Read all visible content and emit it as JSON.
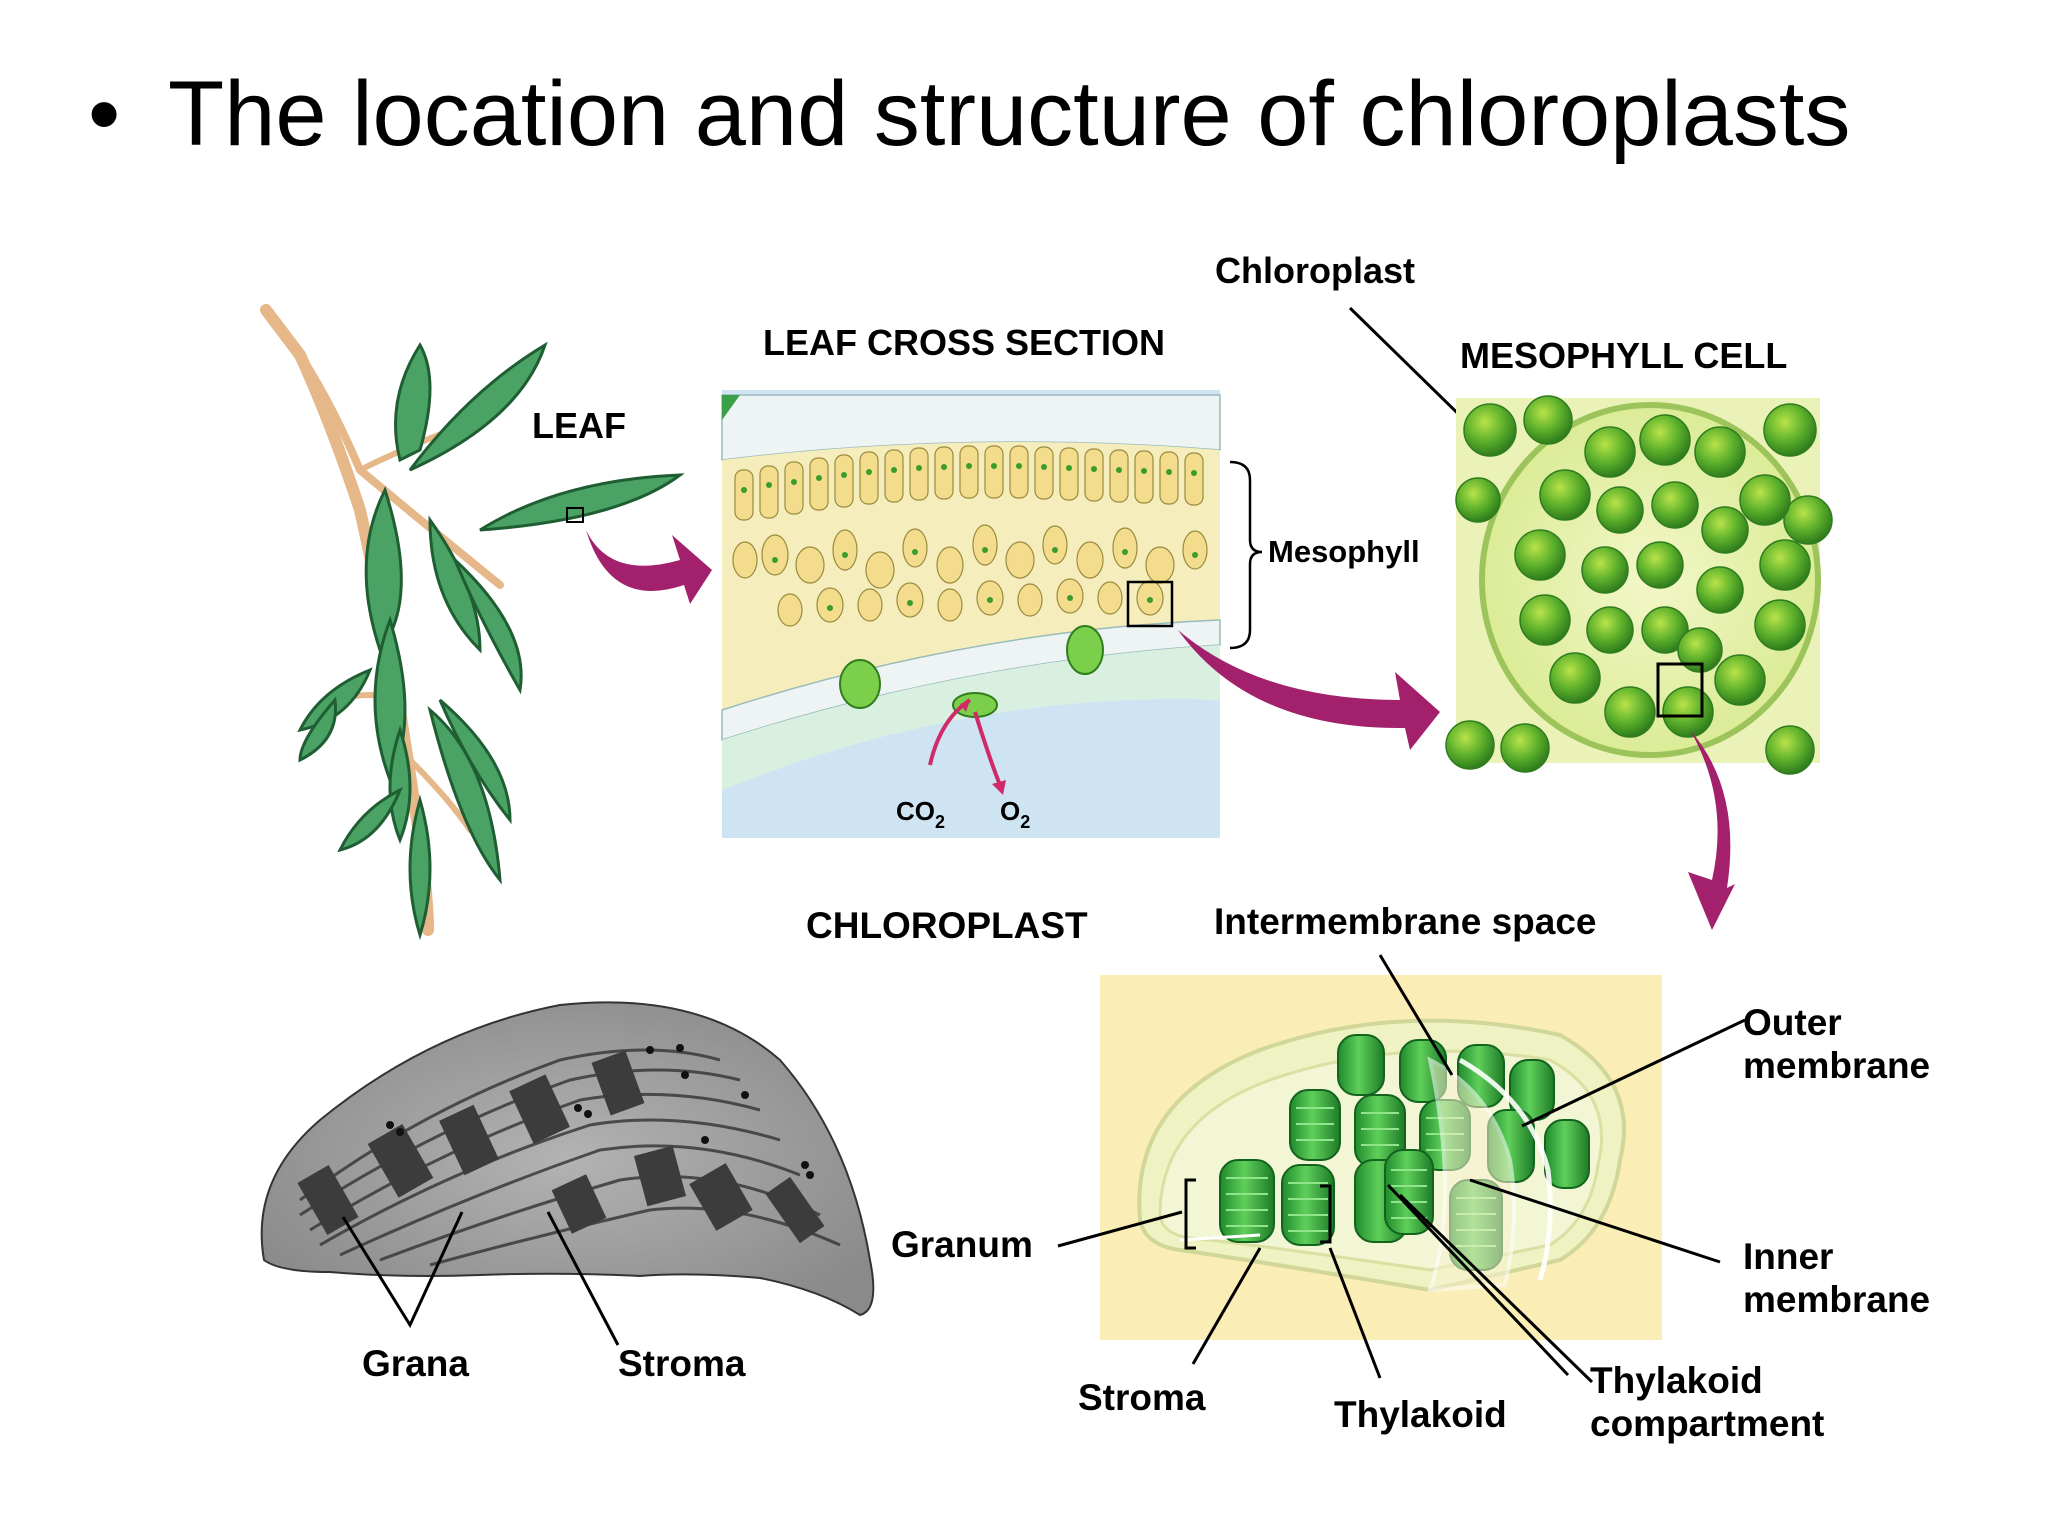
{
  "slide": {
    "bullet": "•",
    "title": "The location and structure of chloroplasts"
  },
  "figure": {
    "leaf_label": "LEAF",
    "cross_section_title": "LEAF CROSS SECTION",
    "mesophyll_label": "Mesophyll",
    "co2_label": "CO",
    "co2_subscript": "2",
    "o2_label": "O",
    "o2_subscript": "2",
    "chloroplast_callout": "Chloroplast",
    "mesophyll_cell_title": "MESOPHYLL CELL",
    "chloroplast_title": "CHLOROPLAST",
    "micrograph_grana_label": "Grana",
    "micrograph_stroma_label": "Stroma",
    "intermembrane_label": "Intermembrane space",
    "outer_membrane_label": [
      "Outer",
      "membrane"
    ],
    "inner_membrane_label": [
      "Inner",
      "membrane"
    ],
    "granum_label": "Granum",
    "stroma_label": "Stroma",
    "thylakoid_label": "Thylakoid",
    "thylakoid_compartment_label": [
      "Thylakoid",
      "compartment"
    ]
  },
  "colors": {
    "arrow": "#a3206c",
    "leaf_green": "#4aa364",
    "stem": "#e6b889",
    "chloroplast_green": "#3a9c2a",
    "cell_background": "#eaf2b8",
    "diagram_background": "#faedb5",
    "micrograph_gray": "#9a9a9a"
  }
}
